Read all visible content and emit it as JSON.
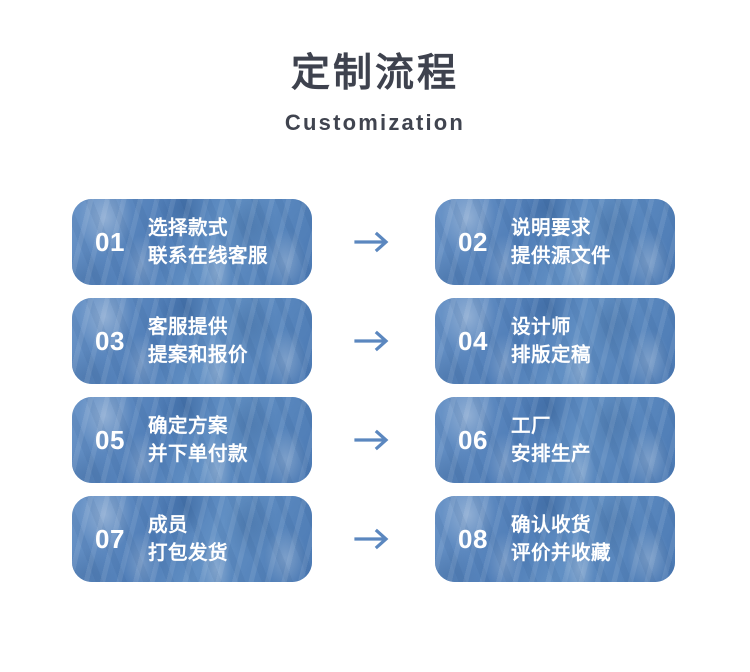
{
  "header": {
    "title": "定制流程",
    "subtitle": "Customization"
  },
  "colors": {
    "title_text": "#3e424e",
    "card_blue": "#5b86bd",
    "card_blue_light": "#6b95c8",
    "card_blue_dark": "#4b79b3",
    "arrow_blue": "#5b87bf",
    "card_text": "#ffffff",
    "page_background": "#ffffff"
  },
  "flow": {
    "arrow_icon": "arrow-right-icon",
    "rows": [
      {
        "left": {
          "number": "01",
          "line1": "选择款式",
          "line2": "联系在线客服"
        },
        "right": {
          "number": "02",
          "line1": "说明要求",
          "line2": "提供源文件"
        }
      },
      {
        "left": {
          "number": "03",
          "line1": "客服提供",
          "line2": "提案和报价"
        },
        "right": {
          "number": "04",
          "line1": "设计师",
          "line2": "排版定稿"
        }
      },
      {
        "left": {
          "number": "05",
          "line1": "确定方案",
          "line2": "并下单付款"
        },
        "right": {
          "number": "06",
          "line1": "工厂",
          "line2": "安排生产"
        }
      },
      {
        "left": {
          "number": "07",
          "line1": "成员",
          "line2": "打包发货"
        },
        "right": {
          "number": "08",
          "line1": "确认收货",
          "line2": "评价并收藏"
        }
      }
    ]
  }
}
